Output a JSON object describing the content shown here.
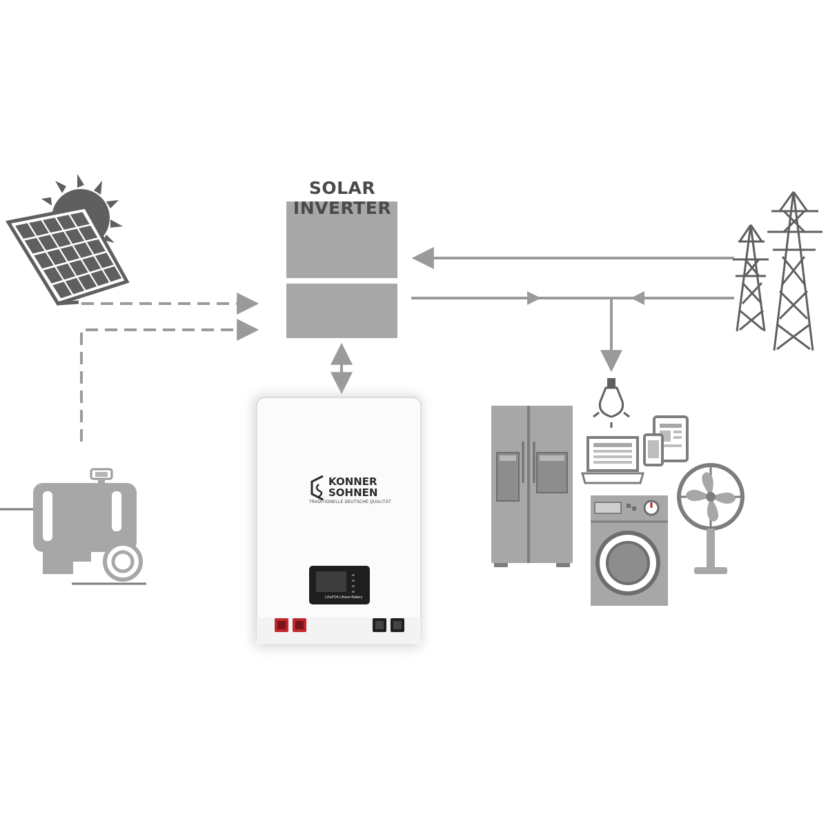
{
  "diagram": {
    "title": "SOLAR INVERTER",
    "battery": {
      "brand_line1": "KONNER",
      "brand_line2": "SOHNEN",
      "slogan": "TRADITIONELLE DEUTSCHE QUALITÄT",
      "label": "LiFePO4 Lithium Battery"
    },
    "components": [
      "solar-panel-icon",
      "sun-icon",
      "generator-icon",
      "inverter",
      "battery",
      "power-tower-icon",
      "light-bulb-icon",
      "refrigerator-icon",
      "laptop-icon",
      "tablet-icon",
      "phone-icon",
      "washing-machine-icon",
      "fan-icon"
    ],
    "colors": {
      "icon_gray": "#a7a7a7",
      "dark_gray": "#5f5f5f",
      "line_gray": "#9a9a9a",
      "terminal_red": "#c0272d",
      "terminal_black": "#1e1e1e"
    }
  }
}
